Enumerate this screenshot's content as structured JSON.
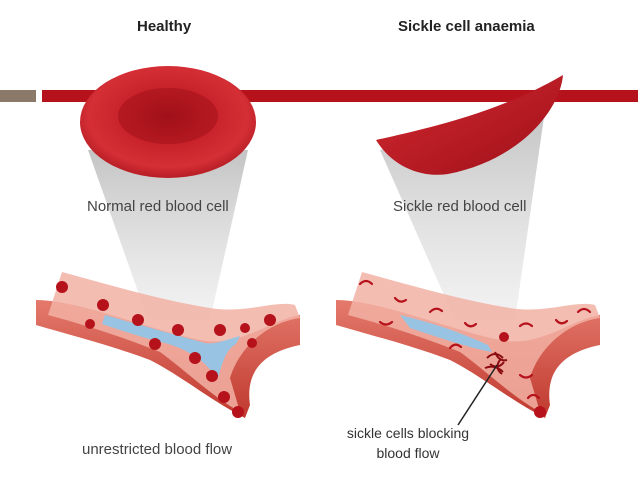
{
  "headings": {
    "healthy": "Healthy",
    "sickle": "Sickle cell anaemia"
  },
  "captions": {
    "normal_cell": "Normal red blood cell",
    "sickle_cell": "Sickle red blood cell",
    "unrestricted": "unrestricted blood flow",
    "blocking_line1": "sickle cells blocking",
    "blocking_line2": "blood flow"
  },
  "colors": {
    "cell_red": "#c8202a",
    "vessel_outer": "#d9564a",
    "vessel_inner": "#f2b1a4",
    "flow_blue": "#8ec6ea",
    "band_red": "#b5121b",
    "band_grey": "#8b7a6a",
    "beam_grey": "#d3d3d3"
  }
}
